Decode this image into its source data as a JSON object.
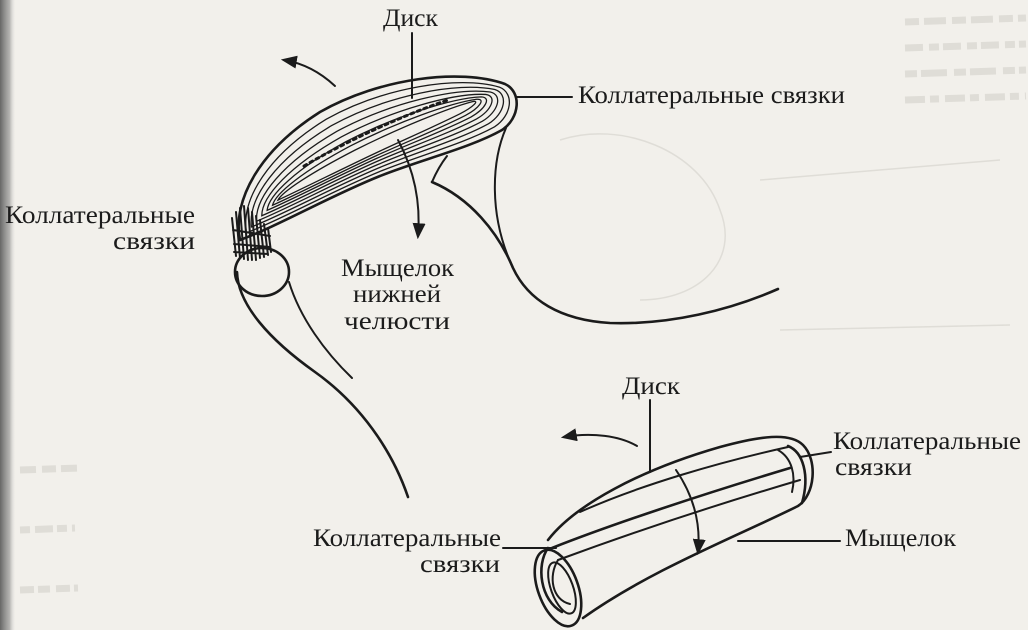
{
  "top_figure": {
    "disc_label": "Диск",
    "collateral_ligaments_right": "Коллатеральные связки",
    "collateral_ligaments_left": [
      "Коллатеральные",
      "связки"
    ],
    "condyle_label": [
      "Мыщелок",
      "нижней",
      "челюсти"
    ]
  },
  "bottom_figure": {
    "disc_label": "Диск",
    "collateral_ligaments_right": [
      "Коллатеральные",
      "связки"
    ],
    "collateral_ligaments_left": [
      "Коллатеральные",
      "связки"
    ],
    "condyle_label": "Мыщелок"
  },
  "colors": {
    "ink": "#1b1b1b",
    "paper": "#f2f0eb",
    "binding_shadow": "#6e6e6e"
  }
}
